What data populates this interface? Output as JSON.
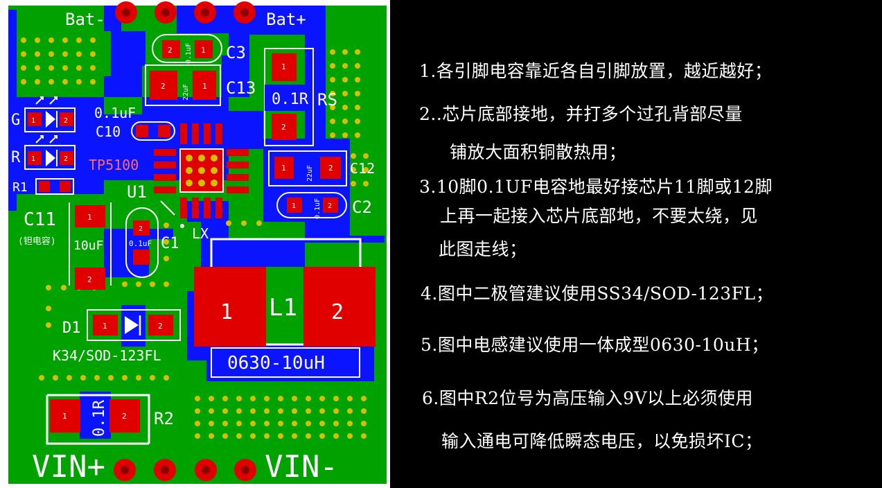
{
  "pcb": {
    "labels": {
      "bat_minus": "Bat-",
      "bat_plus": "Bat+",
      "c3": "C3",
      "c13": "C13",
      "c3_value": "0.1uF",
      "c13_value": "22uF",
      "rs_value": "0.1R",
      "rs": "RS",
      "g": "G",
      "r": "R",
      "r1": "R1",
      "c10_value": "0.1uF",
      "c10": "C10",
      "chip_part": "TP5100",
      "u1": "U1",
      "c12": "C12",
      "c12_value": "22uF",
      "c2": "C2",
      "c2_value": "0.1uF",
      "c11": "C11",
      "c11_note": "(钽电容)",
      "c11_value": "10uF",
      "c1_value": "0.1uF",
      "c1": "C1",
      "lx": "LX",
      "l1": "L1",
      "l1_pad1": "1",
      "l1_pad2": "2",
      "l1_part": "0630-10uH",
      "d1": "D1",
      "d1_part": "K34/SOD-123FL",
      "r2_value": "0.1R",
      "r2": "R2",
      "vin_plus": "VIN+",
      "vin_minus": "VIN-",
      "pad_1": "1",
      "pad_2": "2"
    }
  },
  "notes": [
    "1.各引脚电容靠近各自引脚放置，越近越好；",
    "2..芯片底部接地，并打多个过孔背部尽量",
    "铺放大面积铜散热用；",
    "3.10脚0.1UF电容地最好接芯片11脚或12脚",
    "上再一起接入芯片底部地，不要太绕，见",
    "此图走线；",
    "4.图中二极管建议使用SS34/SOD-123FL；",
    "5.图中电感建议使用一体成型0630-10uH；",
    "6.图中R2位号为高压输入9V以上必须使用",
    "输入通电可降低瞬态电压，以免损坏IC；"
  ],
  "colors": {
    "board_green": "#00A200",
    "copper_blue": "#0A14FF",
    "pad_red": "#E00000",
    "silk_white": "#FFFFFF",
    "via_yellow": "#D4C000",
    "background": "#000000"
  }
}
